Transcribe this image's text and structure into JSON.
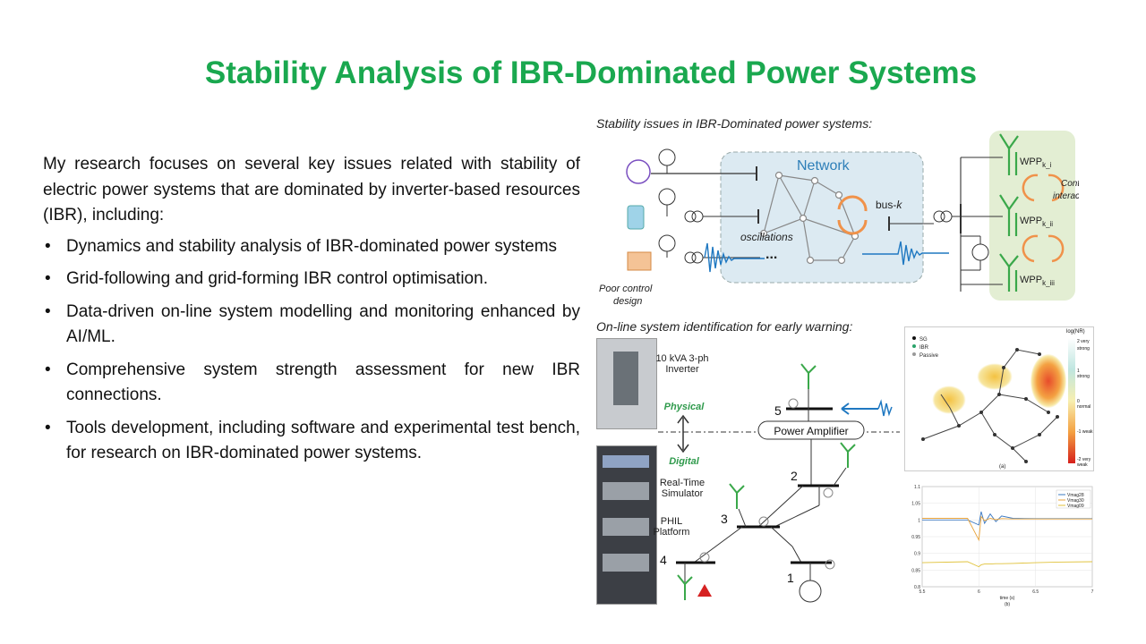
{
  "slide": {
    "title": "Stability Analysis of IBR-Dominated Power Systems",
    "intro": "My research focuses on several key issues related with stability of electric power systems that are dominated by inverter-based resources (IBR), including:",
    "bullets": [
      "Dynamics and stability analysis of IBR-dominated power systems",
      "Grid-following and grid-forming IBR control optimisation.",
      "Data-driven on-line system modelling and monitoring enhanced by AI/ML.",
      "Comprehensive system strength assessment for new IBR connections.",
      "Tools development, including software and experimental test bench, for research on IBR-dominated power systems."
    ]
  },
  "figure_top": {
    "caption": "Stability issues in IBR-Dominated power systems:",
    "network_label": "Network",
    "bus_label": "bus-",
    "bus_k": "k",
    "oscillations_label": "oscillations",
    "ellipsis": "...",
    "poor_control_line1": "Poor control",
    "poor_control_line2": "design",
    "control_line1": "Control",
    "control_line2": "interactions",
    "wpp_prefix": "WPP",
    "wpp_subs": [
      "k_i",
      "k_ii",
      "k_iii"
    ],
    "colors": {
      "network_fill": "#dceaf2",
      "network_text": "#2e7fb8",
      "wpp_panel": "#e3eed3",
      "arrow_orange": "#f0924a",
      "oscillation_blue": "#1f78c1"
    }
  },
  "figure_bottom": {
    "caption": "On-line system identification for early warning:",
    "inverter_line1": "10 kVA 3-ph",
    "inverter_line2": "Inverter",
    "physical_label": "Physical",
    "digital_label": "Digital",
    "rts_line1": "Real-Time",
    "rts_line2": "Simulator",
    "phil_line1": "PHIL",
    "phil_line2": "Platform",
    "power_amplifier": "Power Amplifier",
    "bus_numbers": [
      "5",
      "2",
      "3",
      "4",
      "1"
    ],
    "colors": {
      "physical_digital": "#2f9a4c",
      "warning_red": "#d62222",
      "wind_green": "#3aa84a"
    }
  },
  "map_plot": {
    "legend": [
      "SG",
      "IBR",
      "Passive"
    ],
    "colorbar_title": "log(NR)",
    "colorbar_labels": [
      "2 very strong",
      "1 strong",
      "0 normal",
      "-1 weak",
      "-2 very weak"
    ],
    "sublabel": "(a)"
  },
  "chart_data": {
    "type": "line",
    "x": [
      5.5,
      5.9,
      6.0,
      6.02,
      6.05,
      6.1,
      6.15,
      6.2,
      6.3,
      6.5,
      6.7,
      7.0
    ],
    "series": [
      {
        "name": "Vmag28",
        "values": [
          1.0,
          1.0,
          0.985,
          1.025,
          0.99,
          1.018,
          0.995,
          1.012,
          1.005,
          1.004,
          1.004,
          1.004
        ]
      },
      {
        "name": "Vmag30",
        "values": [
          1.005,
          1.005,
          0.94,
          1.01,
          0.998,
          1.005,
          1.001,
          1.004,
          1.003,
          1.003,
          1.003,
          1.003
        ]
      },
      {
        "name": "Vmag09",
        "values": [
          0.872,
          0.875,
          0.86,
          0.866,
          0.868,
          0.868,
          0.869,
          0.869,
          0.87,
          0.872,
          0.874,
          0.875
        ]
      }
    ],
    "xlim": [
      5.5,
      7
    ],
    "ylim": [
      0.8,
      1.1
    ],
    "xticks": [
      "5.5",
      "6",
      "6.5",
      "7"
    ],
    "yticks": [
      "1.1",
      "1.05",
      "1",
      "0.95",
      "0.9",
      "0.85",
      "0.8"
    ],
    "xlabel": "time (s)",
    "sublabel": "(b)",
    "legend_position": "top-right",
    "colors": [
      "#3a78c2",
      "#e8a33b",
      "#e0c23a"
    ]
  }
}
